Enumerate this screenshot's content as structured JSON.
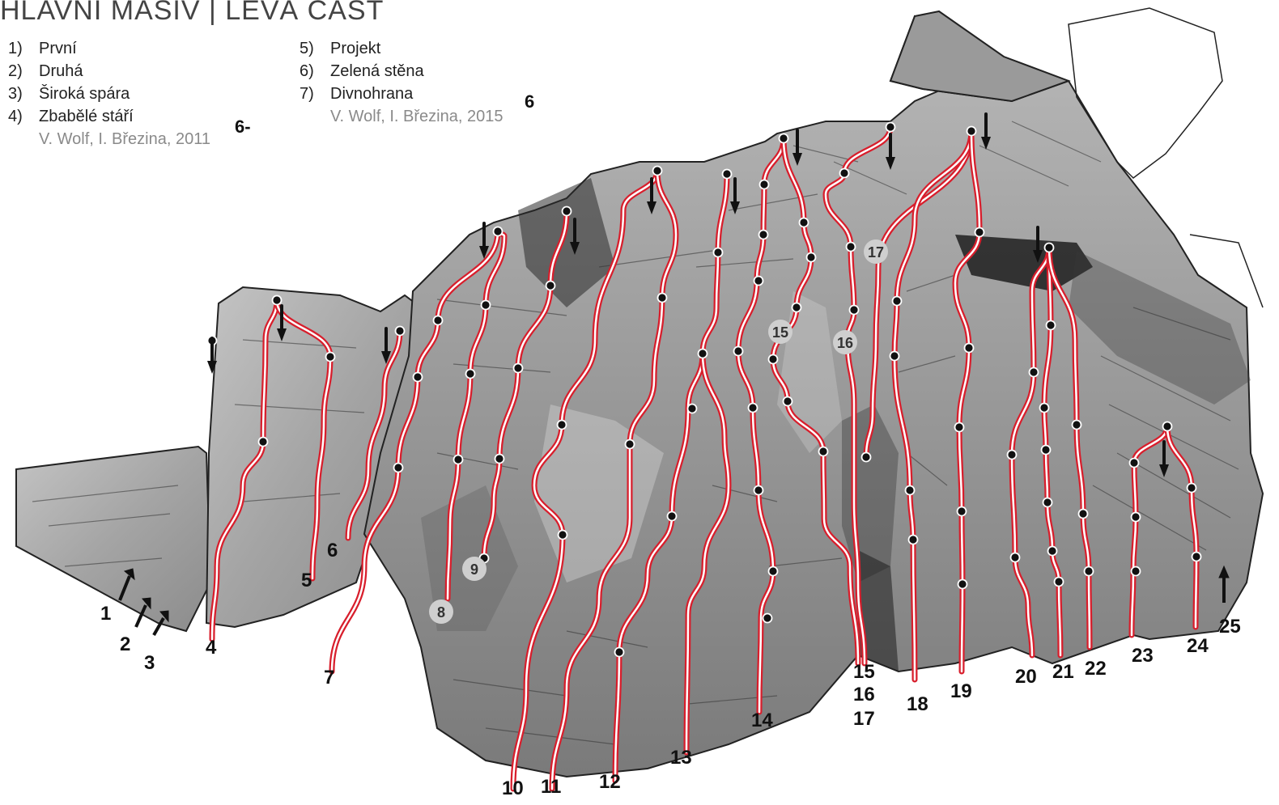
{
  "title": "HLAVNÍ MASIV | LEVÁ ČÁST",
  "legend_left": [
    {
      "num": "1)",
      "name": "První"
    },
    {
      "num": "2)",
      "name": "Druhá"
    },
    {
      "num": "3)",
      "name": "Široká spára"
    },
    {
      "num": "4)",
      "name": "Zbabělé stáří"
    }
  ],
  "legend_left_credit": "V. Wolf, I. Březina, 2011",
  "legend_left_grade": "6-",
  "legend_right": [
    {
      "num": "5)",
      "name": "Projekt"
    },
    {
      "num": "6)",
      "name": "Zelená stěna"
    },
    {
      "num": "7)",
      "name": "Divnohrana"
    }
  ],
  "legend_right_credit": "V. Wolf, I. Březina, 2015",
  "legend_right_grade": "6",
  "route_labels": [
    "1",
    "2",
    "3",
    "4",
    "5",
    "6",
    "7",
    "8",
    "9",
    "10",
    "11",
    "12",
    "13",
    "14",
    "15",
    "16",
    "17",
    "18",
    "19",
    "20",
    "21",
    "22",
    "23",
    "24",
    "25"
  ],
  "in_topo_labels": [
    "9",
    "8",
    "15",
    "16",
    "17"
  ],
  "colors": {
    "route": "#d81e2c",
    "rock": "#a9a9a9",
    "rock_dark": "#6a6a6a",
    "outline": "#222222"
  }
}
